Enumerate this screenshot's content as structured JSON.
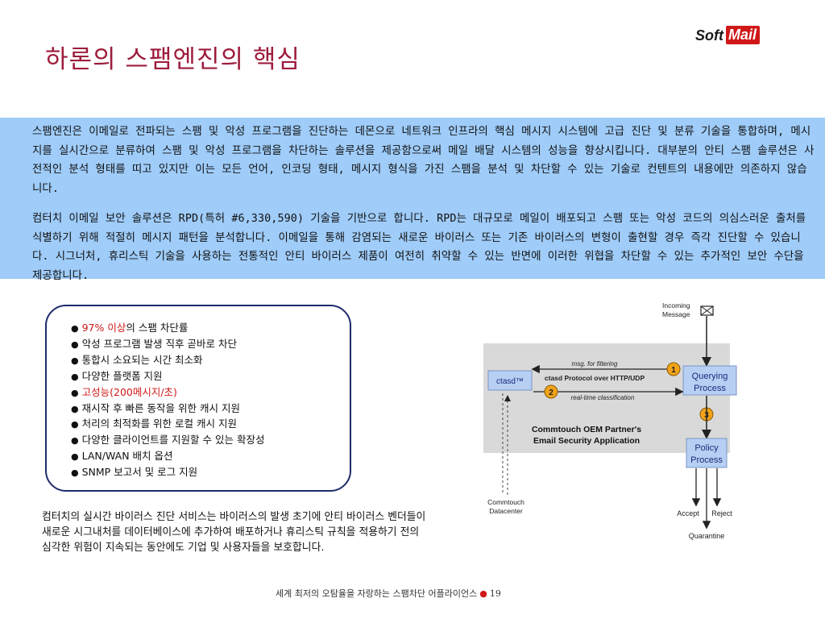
{
  "title": "하론의 스팸엔진의 핵심",
  "logo": {
    "soft": "Soft",
    "mail": "Mail"
  },
  "intro": {
    "p1": "스팸엔진은 이메일로 전파되는 스팸 및 악성 프로그램을 진단하는 데몬으로 네트워크 인프라의 핵심 메시지 시스템에 고급 진단 및 분류 기술을 통합하며, 메시지를 실시간으로 분류하여 스팸 및 악성 프로그램을 차단하는 솔루션을 제공함으로써 메일 배달 시스템의 성능을 향상시킵니다. 대부분의 안티 스팸 솔루션은 사전적인 분석 형태를 띠고 있지만 이는 모든 언어, 인코딩 형태, 메시지 형식을 가진 스팸을 분석 및 차단할 수 있는 기술로 컨텐트의 내용에만 의존하지 않습니다.",
    "p2": "컴터치 이메일 보안 솔루션은 RPD(특허 #6,330,590) 기술을 기반으로 합니다. RPD는 대규모로 메일이 배포되고 스팸 또는 악성 코드의 의심스러운 출처를 식별하기 위해 적절히 메시지 패턴을 분석합니다. 이메일을 통해 감염되는 새로운 바이러스 또는 기존 바이러스의 변형이 출현할 경우 즉각 진단할 수 있습니다. 시그너처, 휴리스틱 기술을 사용하는 전통적인 안티 바이러스 제품이 여전히 취약할 수 있는 반면에 이러한 위협을 차단할 수 있는 추가적인 보안 수단을 제공합니다."
  },
  "features": [
    {
      "hl": "97% 이상",
      "text": "의 스팸 차단률"
    },
    {
      "hl": "",
      "text": "악성 프로그램 발생 직후 곧바로 차단"
    },
    {
      "hl": "",
      "text": "통합시 소요되는 시간 최소화"
    },
    {
      "hl": "",
      "text": "다양한 플랫폼 지원"
    },
    {
      "hl": "고성능(200메시지/초)",
      "text": ""
    },
    {
      "hl": "",
      "text": "재시작 후 빠른 동작을 위한 캐시 지원"
    },
    {
      "hl": "",
      "text": "처리의 최적화를 위한 로컬 캐시 지원"
    },
    {
      "hl": "",
      "text": "다양한 클라이언트를 지원할 수 있는 확장성"
    },
    {
      "hl": "",
      "text": "LAN/WAN 배치 옵션"
    },
    {
      "hl": "",
      "text": "SNMP 보고서 및 로그 지원"
    }
  ],
  "bottom_text": "컴터치의 실시간 바이러스 진단 서비스는 바이러스의 발생 초기에 안티 바이러스 벤더들이 새로운 시그내처를 데이터베이스에 추가하여 배포하거나 휴리스틱 규칙을 적용하기 전의 심각한 위험이 지속되는 동안에도 기업 및 사용자들을 보호합니다.",
  "diagram": {
    "incoming": [
      "Incoming",
      "Message"
    ],
    "ctasd": "ctasd™",
    "msg_filtering": "msg. for filtering",
    "protocol": "ctasd Protocol over HTTP/UDP",
    "realtime": "real-time classification",
    "querying": [
      "Querying",
      "Process"
    ],
    "oem": [
      "Commtouch OEM Partner's",
      "Email Security Application"
    ],
    "policy": [
      "Policy",
      "Process"
    ],
    "datacenter": [
      "Commtouch",
      "Datacenter"
    ],
    "accept": "Accept",
    "reject": "Reject",
    "quarantine": "Quarantine",
    "steps": [
      "1",
      "2",
      "3"
    ]
  },
  "footer": {
    "text": "세계 최저의 오탐율을 자랑하는 스팸차단 어플라이언스",
    "page": "19"
  },
  "colors": {
    "title": "#9e1c3c",
    "band": "#9fccf9",
    "highlight": "#d01818",
    "border": "#1e2a6b"
  }
}
